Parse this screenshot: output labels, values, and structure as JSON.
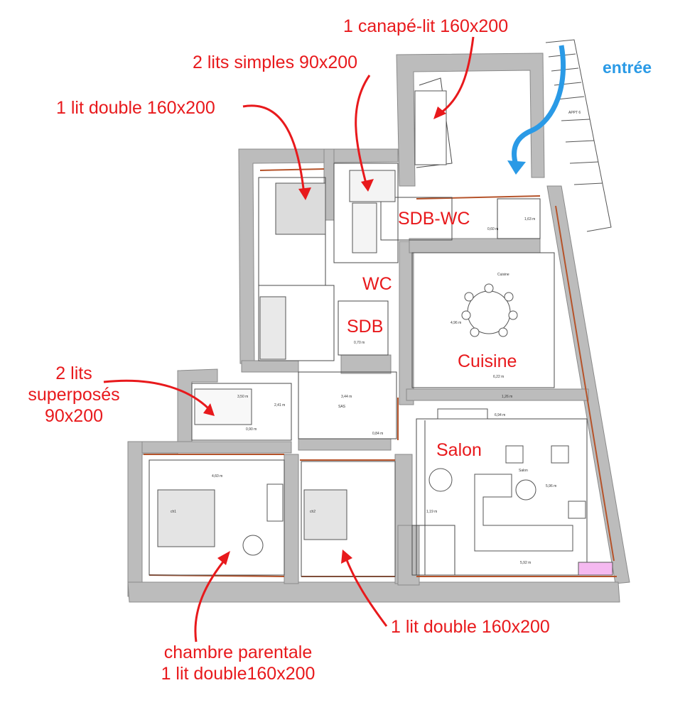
{
  "annotations": {
    "canape_lit": "1 canapé-lit 160x200",
    "lits_simples": "2 lits simples 90x200",
    "lit_double_top": "1 lit double 160x200",
    "superposes": [
      "2 lits",
      "superposés",
      "90x200"
    ],
    "lit_double_bottom": "1 lit double 160x200",
    "chambre_parentale": [
      "chambre parentale",
      "1 lit double160x200"
    ],
    "entree": "entrée"
  },
  "rooms": {
    "sdb_wc": "SDB-WC",
    "wc": "WC",
    "sdb": "SDB",
    "cuisine": "Cuisine",
    "salon": "Salon"
  },
  "plan_labels": {
    "cuisine": "Cuisine",
    "salon": "Salon",
    "sas": "SAS",
    "ch1": "ch1",
    "ch2": "ch2",
    "appt": "APPT 6",
    "m_622": "6,22 m",
    "m_694": "6,94 m",
    "m_592": "5,92 m",
    "m_344": "3,44 m",
    "m_350": "3,50 m",
    "m_460": "4,60 m",
    "m_126": "1,26 m",
    "m_119": "1,19 m",
    "m_090": "0,90 m",
    "m_084": "0,84 m",
    "m_070": "0,70 m",
    "m_163": "1,63 m",
    "m_060": "0,60 m",
    "m_241": "2,41 m",
    "m_496": "4,96 m",
    "m_596": "5,96 m"
  },
  "colors": {
    "annotation": "#e8191c",
    "entree": "#2a9ae6",
    "wall": "#bcbcbc",
    "wall_edge": "#8a8a8a",
    "fixture": "#dcdcdc",
    "partition_accent": "#b5532a"
  }
}
